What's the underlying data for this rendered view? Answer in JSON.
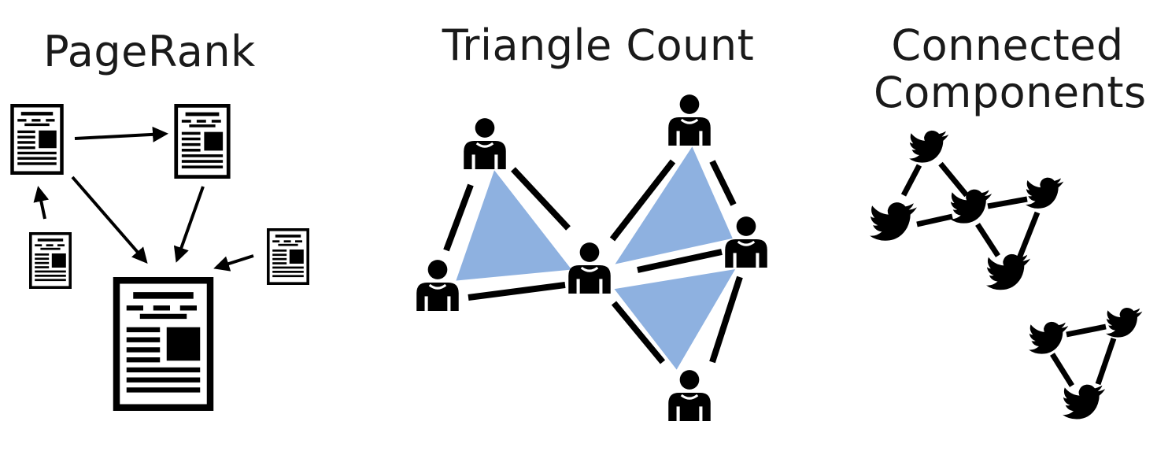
{
  "titles": {
    "pagerank": "PageRank",
    "triangle_count": "Triangle Count",
    "connected_components_line1": "Connected",
    "connected_components_line2": "Components"
  },
  "colors": {
    "ink": "#000000",
    "triangle_fill": "#8eb1e0",
    "background": "#ffffff"
  },
  "icons": {
    "pagerank": "web-page-icon",
    "triangle_count": "person-icon",
    "connected_components": "twitter-bird-icon"
  }
}
